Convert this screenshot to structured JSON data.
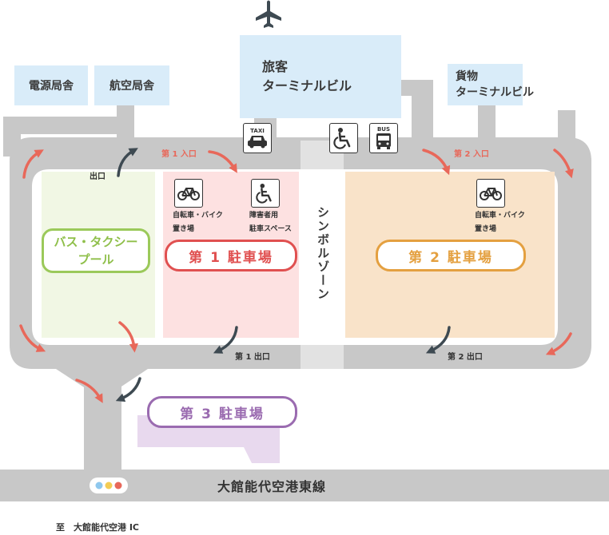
{
  "buildings": {
    "power": "電源局舎",
    "aviation": "航空局舎",
    "terminal": "旅客\nターミナルビル",
    "cargo": "貨物\nターミナルビル"
  },
  "entrances": {
    "first": "第 1 入口",
    "second": "第 2 入口"
  },
  "exits": {
    "generic": "出口",
    "first": "第 1 出口",
    "second": "第 2 出口"
  },
  "lots": {
    "first": "第 1 駐車場",
    "second": "第 2 駐車場",
    "third": "第 3 駐車場",
    "pool": "バス・タクシー\nプール"
  },
  "facilities": {
    "bike_1": "自転車・バイク\n置き場",
    "accessible": "障害者用\n駐車スペース",
    "bike_2": "自転車・バイク\n置き場",
    "taxi": "TAXI",
    "bus": "BUS"
  },
  "symbol_zone": "シンボルゾーン",
  "highway": "大館能代空港東線",
  "to_ic": "至　大館能代空港 IC",
  "colors": {
    "road": "#c8c8c8",
    "lot1_fill": "#fde1e1",
    "lot1_accent": "#e05050",
    "lot2_fill": "#f9e3c9",
    "lot2_accent": "#e4a040",
    "lot3_fill": "#e8d9ee",
    "lot3_accent": "#9a6bb0",
    "pool_fill": "#f1f7e4",
    "pool_accent": "#9bc95a",
    "building": "#d9ecf9",
    "arrow_in": "#e8685a",
    "arrow_out": "#3e4a52"
  },
  "icons": {
    "top": "airplane-icon",
    "bicycle": "bicycle-icon",
    "wheelchair": "wheelchair-icon",
    "taxi": "taxi-icon",
    "bus": "bus-icon",
    "signal": "traffic-light-icon"
  }
}
